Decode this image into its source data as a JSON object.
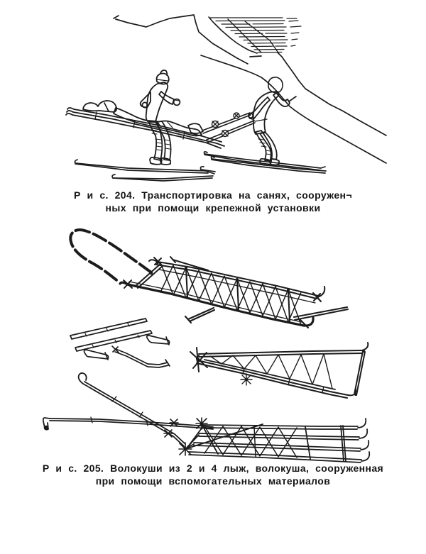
{
  "document": {
    "background": "#ffffff",
    "ink_color": "#1c1c1c",
    "figures": [
      {
        "id": "fig-204",
        "caption_line1": "Р и с. 204. Транспортировка на санях, сооружен¬",
        "caption_line2": "ных при помощи крепежной установки"
      },
      {
        "id": "fig-205",
        "caption_line1": "Р и с. 205. Волокуши из 2 и 4 лыж, волокуша, сооруженная",
        "caption_line2": "при помощи вспомогательных материалов"
      }
    ]
  }
}
